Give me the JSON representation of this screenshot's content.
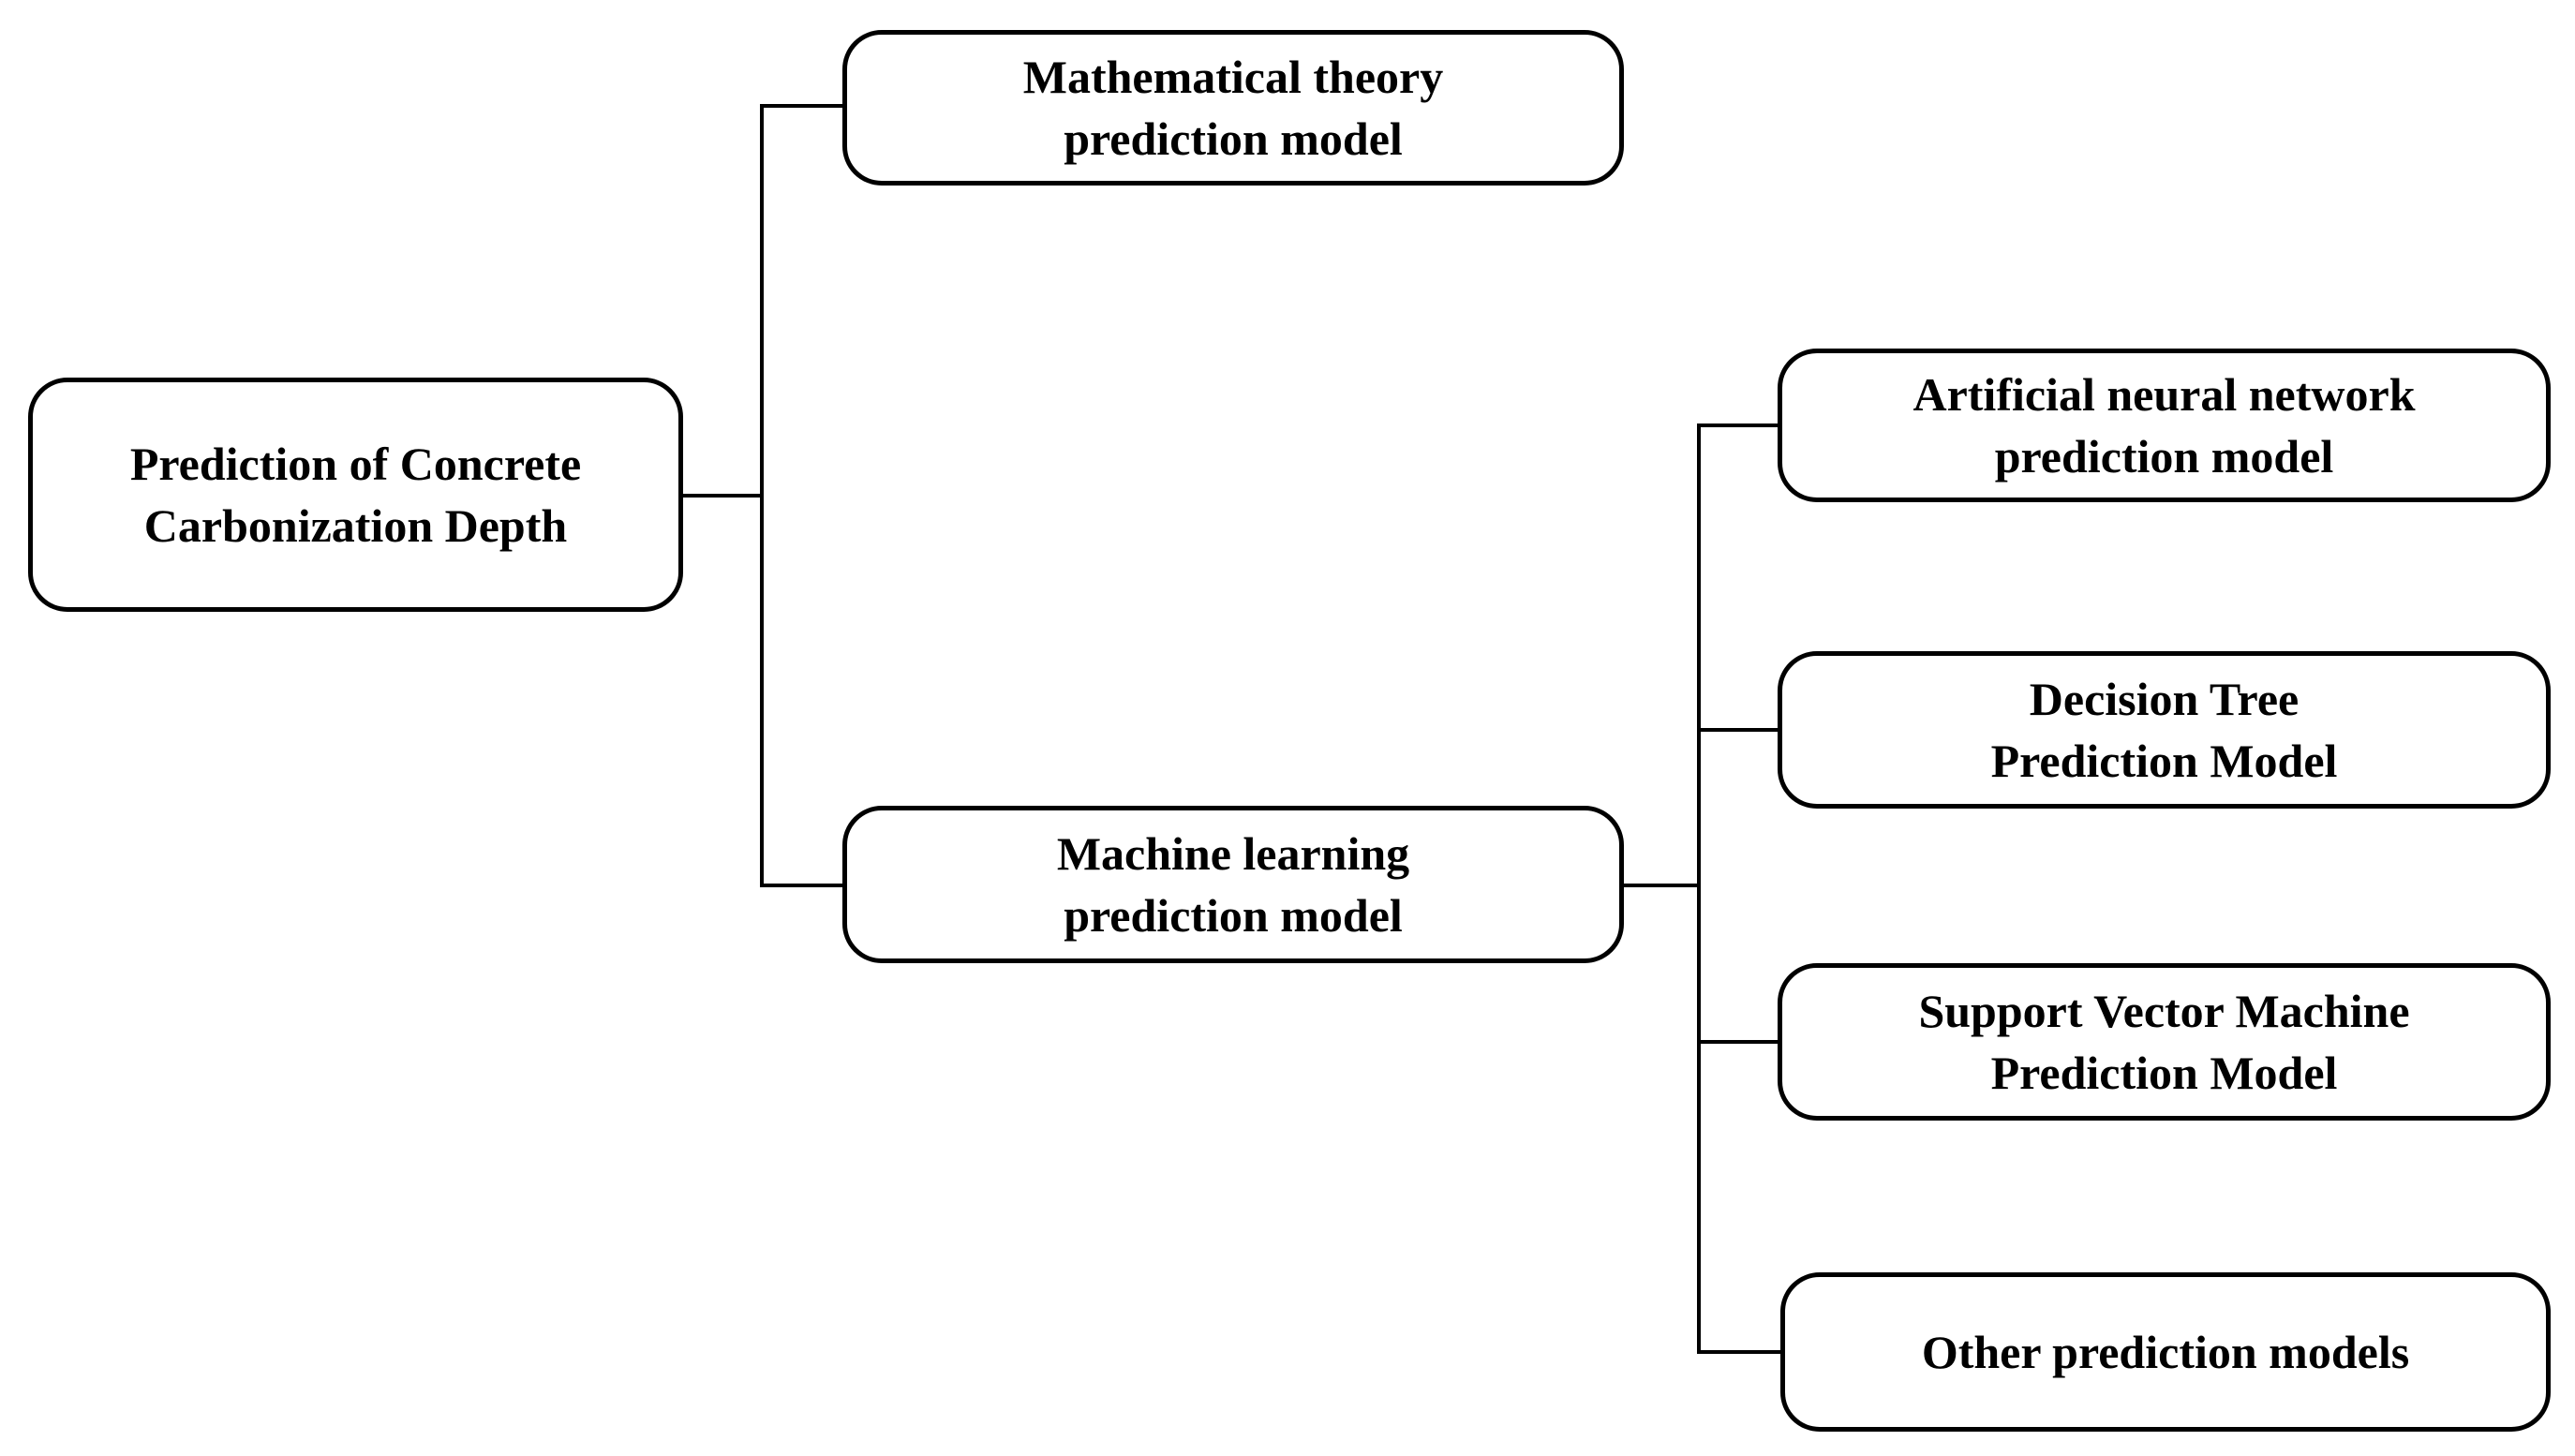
{
  "colors": {
    "canvas-bg": "#ffffff",
    "box-bg": "#ffffff",
    "line-color": "#000000",
    "text-color": "#000000"
  },
  "nodes": {
    "root": {
      "lines": [
        "Prediction of Concrete",
        "Carbonization Depth"
      ]
    },
    "math_theory": {
      "lines": [
        "Mathematical theory",
        "prediction model"
      ]
    },
    "machine_learning": {
      "lines": [
        "Machine learning",
        "prediction model"
      ]
    },
    "ann": {
      "lines": [
        "Artificial neural network",
        "prediction model"
      ]
    },
    "decision_tree": {
      "lines": [
        "Decision Tree",
        "Prediction Model"
      ]
    },
    "svm": {
      "lines": [
        "Support Vector Machine",
        "Prediction Model"
      ]
    },
    "other": {
      "lines": [
        "Other prediction models"
      ]
    }
  },
  "edges": [
    {
      "from": "Prediction of Concrete Carbonization Depth",
      "to": "Mathematical theory prediction model"
    },
    {
      "from": "Prediction of Concrete Carbonization Depth",
      "to": "Machine learning prediction model"
    },
    {
      "from": "Machine learning prediction model",
      "to": "Artificial neural network prediction model"
    },
    {
      "from": "Machine learning prediction model",
      "to": "Decision Tree Prediction Model"
    },
    {
      "from": "Machine learning prediction model",
      "to": "Support Vector Machine Prediction Model"
    },
    {
      "from": "Machine learning prediction model",
      "to": "Other prediction models"
    }
  ]
}
